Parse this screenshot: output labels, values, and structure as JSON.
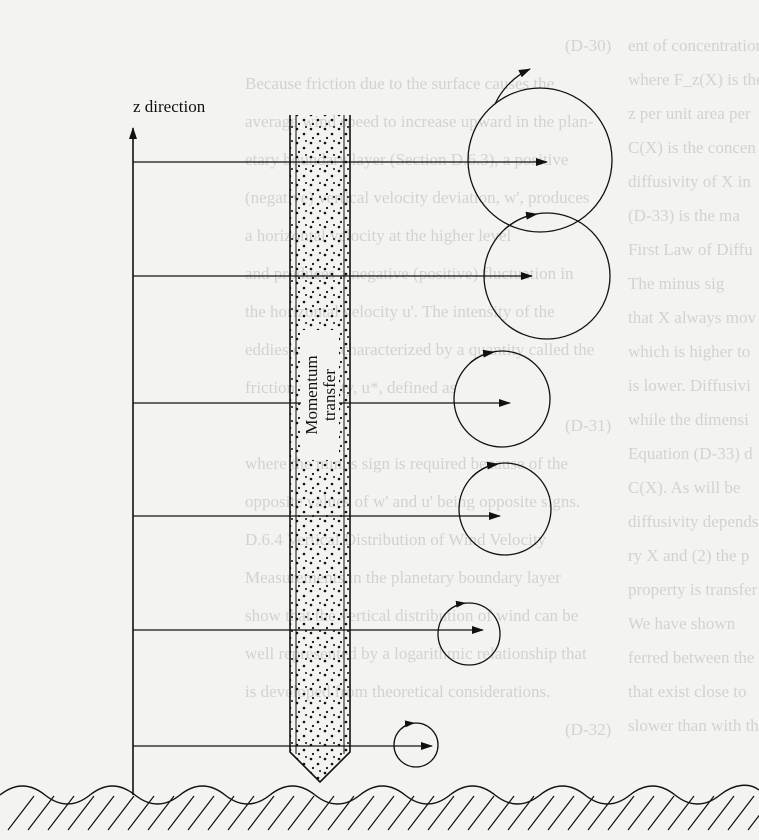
{
  "labels": {
    "z_axis": "z direction",
    "column_line1": "Momentum",
    "column_line2": "transfer"
  },
  "ghost_text": {
    "lines": [
      "(D-30)",
      "Because friction due to the surface causes the",
      "average wind speed to increase upward in the plan-",
      "etary boundary layer (Section D.6.3), a positive",
      "(negative) vertical velocity deviation, w', produces",
      "a horizontal velocity at the higher level",
      "and produces a negative (positive) fluctuation in",
      "the horizontal velocity u'. The intensity of the",
      "eddies can be characterized by a quantity called the",
      "friction velocity, u*, defined as",
      "(D-31)",
      "where the minus sign is required because of the",
      "opposite values of w' and u' being opposite signs.",
      "D.6.4  Vertical Distribution of Wind Velocity",
      "Measurements in the planetary boundary layer",
      "show that the vertical distribution of wind can be",
      "well represented by a logarithmic relationship that",
      "is developed from theoretical considerations.",
      "(D-32)"
    ],
    "right_lines": [
      "ent of concentration",
      "where F_z(X) is the",
      "z per unit area per",
      "C(X) is the concen",
      "diffusivity of X in",
      "(D-33) is the ma",
      "First Law of Diffu",
      "The minus sig",
      "that X always mov",
      "which is higher to",
      "is lower. Diffusivi",
      "while the dimensi",
      "Equation (D-33) d",
      "C(X). As will be",
      "diffusivity depends",
      "ry X and (2) the p",
      "property is transfer",
      "We have shown",
      "ferred between the",
      "that exist close to",
      "slower than with the"
    ]
  }
}
